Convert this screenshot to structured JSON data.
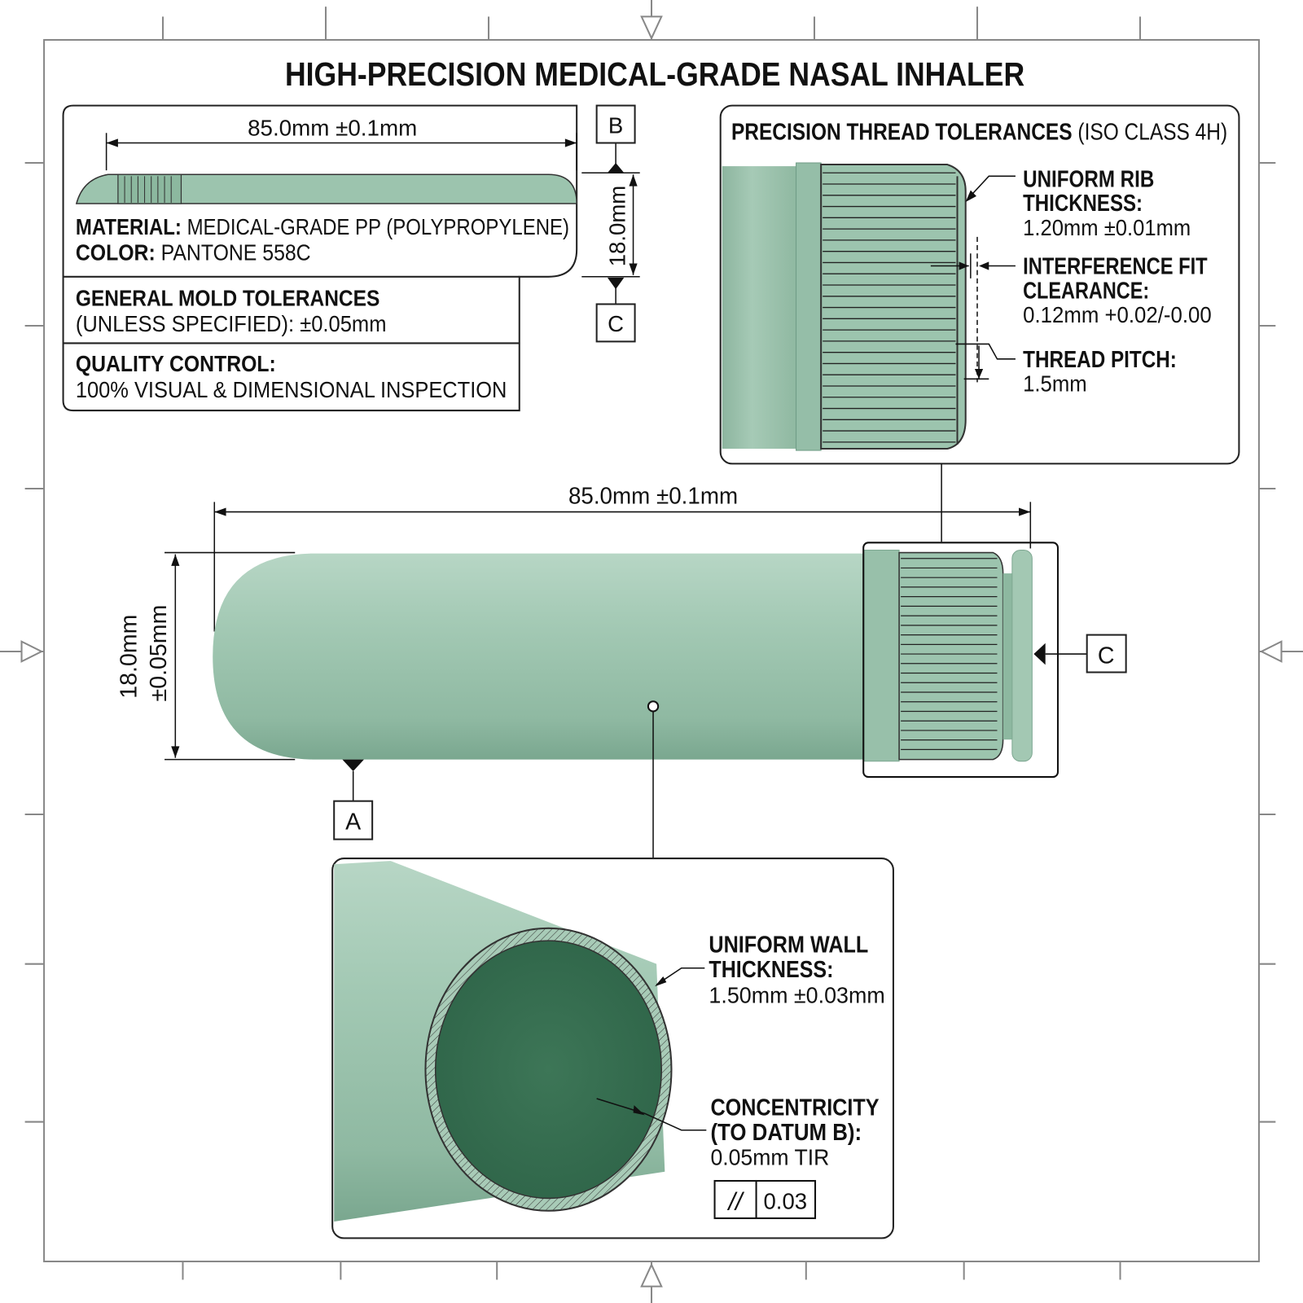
{
  "title": "HIGH-PRECISION MEDICAL-GRADE NASAL INHALER",
  "colors": {
    "body": "#9cc4ae",
    "body_dark": "#6f9c86",
    "inner": "#3f7a5c",
    "line": "#111111"
  },
  "spec_panel": {
    "length_dim": "85.0mm ±0.1mm",
    "height_dim": "18.0mm",
    "datum_top": "B",
    "datum_bottom": "C",
    "material_label": "MATERIAL:",
    "material_value": "MEDICAL-GRADE PP (POLYPROPYLENE)",
    "color_label": "COLOR:",
    "color_value": "PANTONE 558C",
    "mold_title": "GENERAL MOLD TOLERANCES",
    "mold_value": "(UNLESS SPECIFIED): ±0.05mm",
    "qc_title": "QUALITY CONTROL:",
    "qc_value": "100% VISUAL & DIMENSIONAL INSPECTION"
  },
  "thread_detail": {
    "title_bold": "PRECISION THREAD TOLERANCES",
    "title_normal": "(ISO CLASS 4H)",
    "rib_label_1": "UNIFORM RIB",
    "rib_label_2": "THICKNESS:",
    "rib_value": "1.20mm ±0.01mm",
    "fit_label_1": "INTERFERENCE FIT",
    "fit_label_2": "CLEARANCE:",
    "fit_value": "0.12mm +0.02/-0.00",
    "pitch_label": "THREAD PITCH:",
    "pitch_value": "1.5mm"
  },
  "main_view": {
    "length_dim": "85.0mm ±0.1mm",
    "dia_dim_1": "18.0mm",
    "dia_dim_2": "±0.05mm",
    "datum_a": "A",
    "datum_c": "C"
  },
  "section_detail": {
    "wall_label_1": "UNIFORM WALL",
    "wall_label_2": "THICKNESS:",
    "wall_value": "1.50mm ±0.03mm",
    "conc_label_1": "CONCENTRICITY",
    "conc_label_2": "(TO DATUM B):",
    "conc_value": "0.05mm TIR",
    "fcf_symbol": "//",
    "fcf_value": "0.03"
  }
}
